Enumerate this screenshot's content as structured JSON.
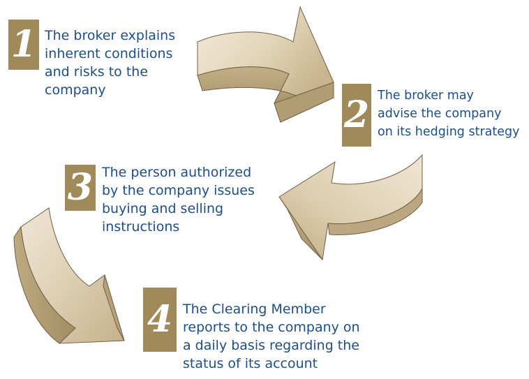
{
  "colors": {
    "number_box": "#a08a5a",
    "text": "#1d4e86",
    "arrow_light": "#f1e9d8",
    "arrow_mid": "#d5c6a6",
    "arrow_dark": "#a8926a",
    "arrow_stroke": "#6f6048"
  },
  "steps": [
    {
      "number": "1",
      "text": "The broker explains\ninherent conditions\nand risks to the\ncompany"
    },
    {
      "number": "2",
      "text": "The broker may\nadvise the company\non its hedging strategy"
    },
    {
      "number": "3",
      "text": "The person authorized\nby the company issues\nbuying and selling\ninstructions"
    },
    {
      "number": "4",
      "text": "The Clearing Member\nreports to the company on\na daily basis regarding the\nstatus of its account"
    }
  ],
  "arrows": [
    {
      "name": "arrow-step1-to-step2",
      "direction": "right-down"
    },
    {
      "name": "arrow-step2-to-step3",
      "direction": "down-left"
    },
    {
      "name": "arrow-step3-to-step4",
      "direction": "down"
    }
  ]
}
